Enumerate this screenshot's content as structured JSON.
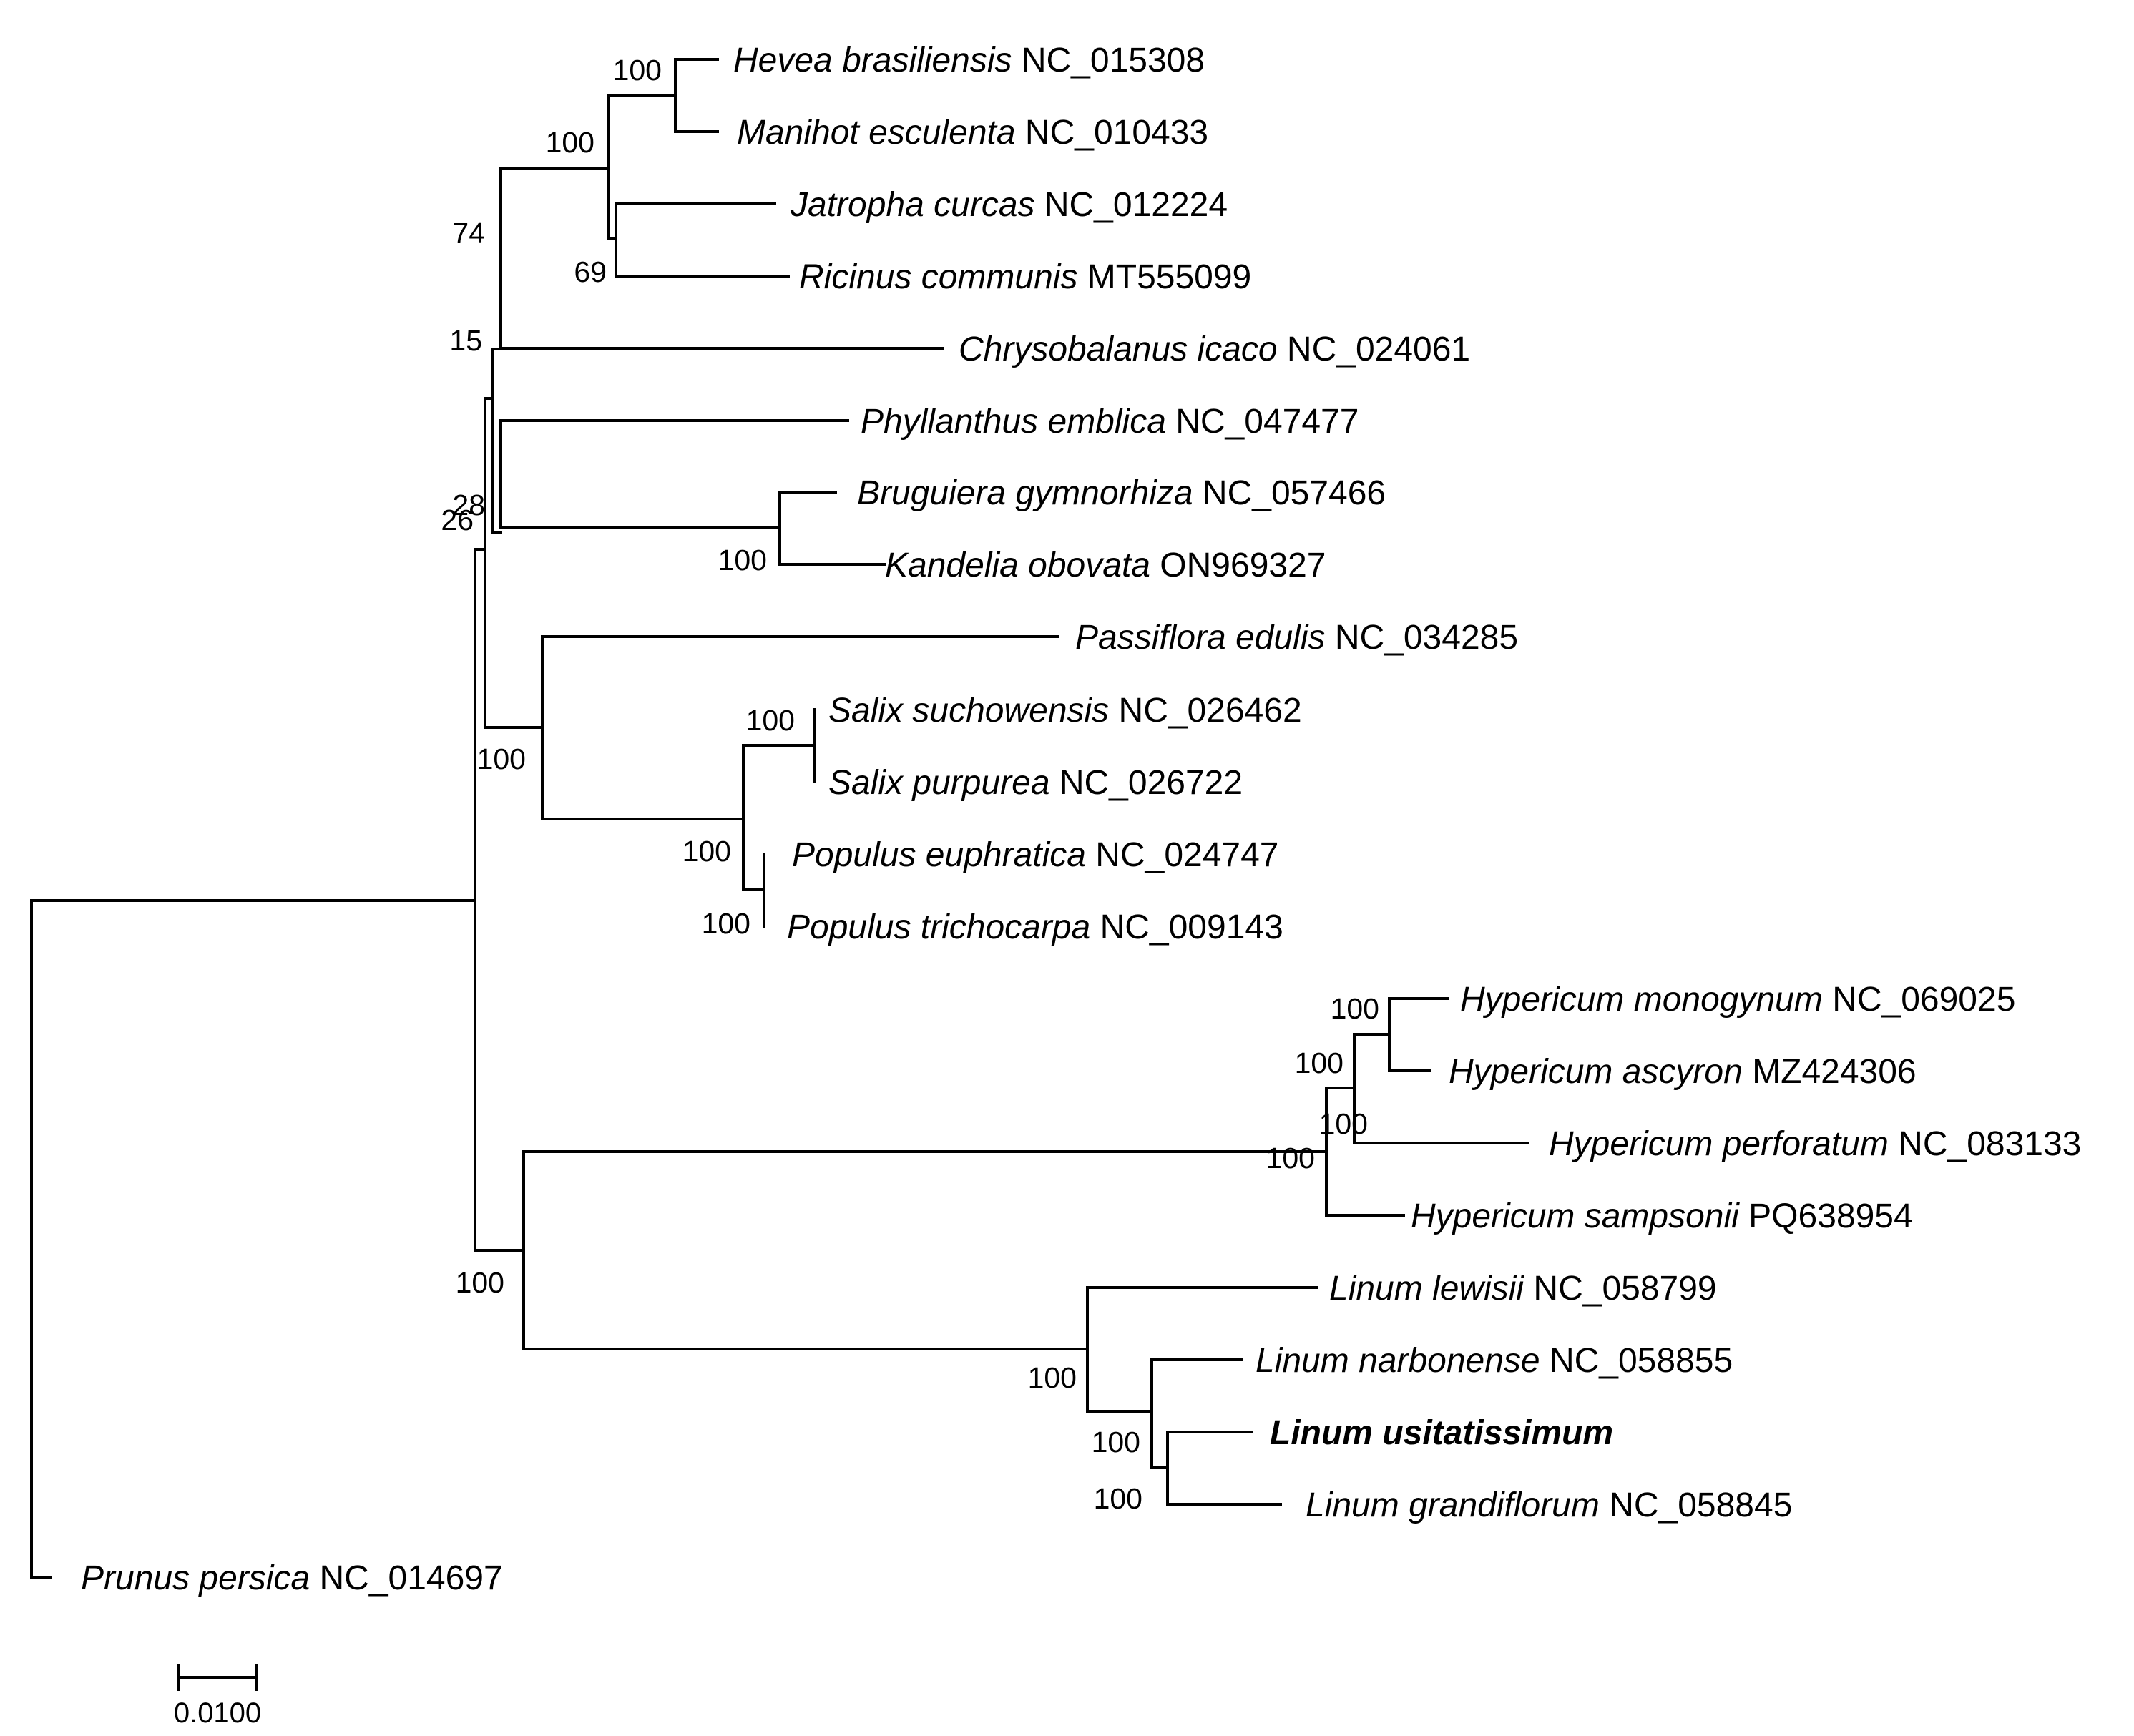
{
  "taxa": [
    {
      "id": "hevea",
      "species": "Hevea brasiliensis",
      "accession": "NC_015308"
    },
    {
      "id": "manihot",
      "species": "Manihot esculenta",
      "accession": "NC_010433"
    },
    {
      "id": "jatropha",
      "species": "Jatropha curcas",
      "accession": "NC_012224"
    },
    {
      "id": "ricinus",
      "species": "Ricinus communis",
      "accession": "MT555099"
    },
    {
      "id": "chrysobalanus",
      "species": "Chrysobalanus icaco",
      "accession": "NC_024061"
    },
    {
      "id": "phyllanthus",
      "species": "Phyllanthus emblica",
      "accession": "NC_047477"
    },
    {
      "id": "bruguiera",
      "species": "Bruguiera gymnorhiza",
      "accession": "NC_057466"
    },
    {
      "id": "kandelia",
      "species": "Kandelia obovata",
      "accession": "ON969327"
    },
    {
      "id": "passiflora",
      "species": "Passiflora edulis",
      "accession": "NC_034285"
    },
    {
      "id": "salix_s",
      "species": "Salix suchowensis",
      "accession": "NC_026462"
    },
    {
      "id": "salix_p",
      "species": "Salix purpurea",
      "accession": "NC_026722"
    },
    {
      "id": "populus_e",
      "species": "Populus euphratica",
      "accession": "NC_024747"
    },
    {
      "id": "populus_t",
      "species": "Populus trichocarpa",
      "accession": "NC_009143"
    },
    {
      "id": "hyp_mono",
      "species": "Hypericum monogynum",
      "accession": "NC_069025"
    },
    {
      "id": "hyp_asc",
      "species": "Hypericum ascyron",
      "accession": "MZ424306"
    },
    {
      "id": "hyp_perf",
      "species": "Hypericum perforatum",
      "accession": "NC_083133"
    },
    {
      "id": "hyp_samp",
      "species": "Hypericum sampsonii",
      "accession": "PQ638954"
    },
    {
      "id": "linum_lew",
      "species": "Linum lewisii",
      "accession": "NC_058799"
    },
    {
      "id": "linum_nar",
      "species": "Linum narbonense",
      "accession": "NC_058855"
    },
    {
      "id": "linum_usi",
      "species": "Linum  usitatissimum",
      "accession": "",
      "bold": true
    },
    {
      "id": "linum_gra",
      "species": "Linum grandiflorum",
      "accession": "NC_058845"
    },
    {
      "id": "prunus",
      "species": "Prunus persica",
      "accession": "NC_014697"
    }
  ],
  "bootstrap": [
    "100",
    "100",
    "69",
    "74",
    "15",
    "100",
    "28",
    "26",
    "100",
    "100",
    "100",
    "100",
    "100",
    "100",
    "100",
    "100",
    "100",
    "100",
    "100",
    "100"
  ],
  "scale_bar": {
    "label": "0.0100"
  }
}
